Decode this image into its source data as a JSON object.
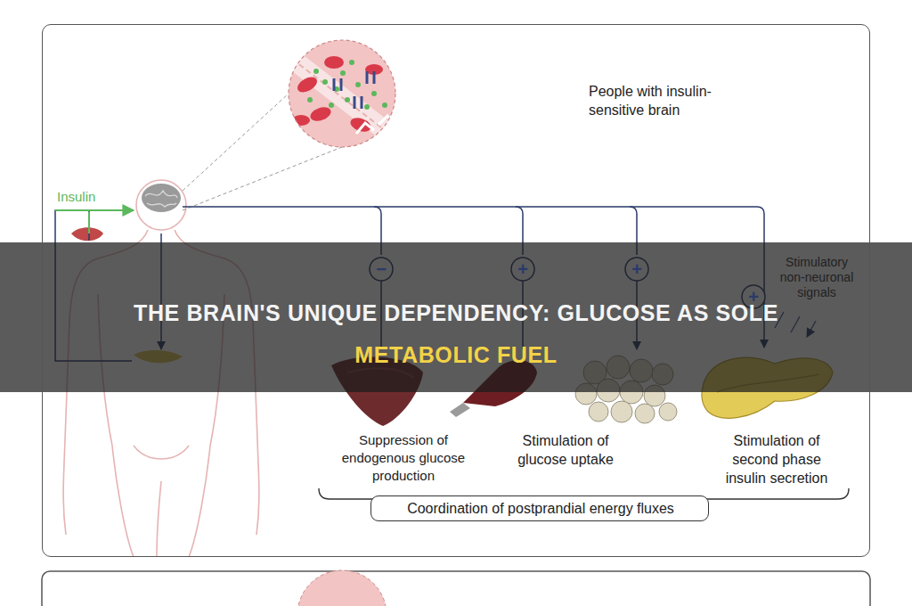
{
  "diagram": {
    "title": "THE BRAIN'S UNIQUE DEPENDENCY: GLUCOSE AS SOLE METABOLIC FUEL",
    "nodes": [
      {
        "text": [
          "People with insulin-sensitive brain"
        ]
      },
      {
        "text": [
          "Coordination of postprandial energy fluxes"
        ],
        "in": 0
      }
    ],
    "labels": [
      "Insulin",
      "−",
      "+",
      "+",
      "+",
      "Suppression of endogenous glucose production",
      "Stimulation of glucose uptake",
      "Stimulation of second phase insulin secretion",
      "Stimulatory non-neuronal signals"
    ]
  }
}
